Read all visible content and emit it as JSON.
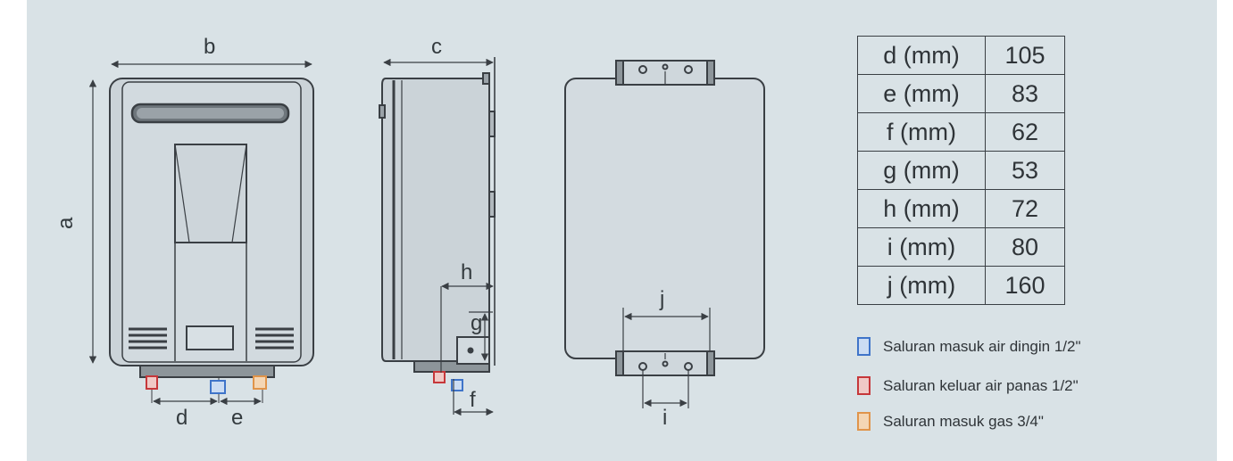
{
  "labels": {
    "a": "a",
    "b": "b",
    "c": "c",
    "d": "d",
    "e": "e",
    "f": "f",
    "g": "g",
    "h": "h",
    "i": "i",
    "j": "j"
  },
  "dimensions_table": {
    "rows": [
      {
        "key": "d (mm)",
        "value": "105"
      },
      {
        "key": "e (mm)",
        "value": "83"
      },
      {
        "key": "f (mm)",
        "value": "62"
      },
      {
        "key": "g (mm)",
        "value": "53"
      },
      {
        "key": "h (mm)",
        "value": "72"
      },
      {
        "key": "i (mm)",
        "value": "80"
      },
      {
        "key": "j (mm)",
        "value": "160"
      }
    ]
  },
  "legend": [
    {
      "text": "Saluran masuk air dingin 1/2\"",
      "color": "#3f74c9"
    },
    {
      "text": "Saluran keluar air panas 1/2\"",
      "color": "#c6373a"
    },
    {
      "text": "Saluran masuk gas 3/4\"",
      "color": "#e0944a"
    }
  ],
  "colors": {
    "panel_background": "#d9e2e6",
    "line": "#3a3f44",
    "unit_body": "#c9d2d7"
  }
}
